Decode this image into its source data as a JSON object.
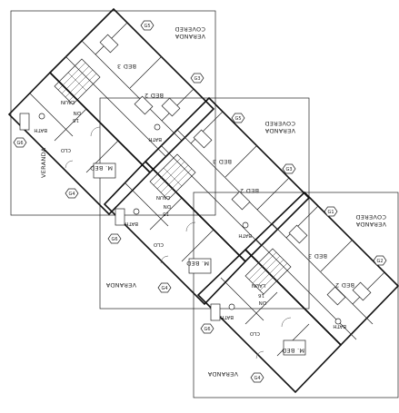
{
  "rooms": {
    "bed3": "BED 3",
    "bed2": "BED 2",
    "mbed": "M. BED",
    "bath": "BATH",
    "clo": "CLO",
    "laun": "LAUN",
    "dn": "DN",
    "steps": "16",
    "steps2": "15",
    "veranda": "VERANDA",
    "covered": "COVERED",
    "veranda2": "VERANDA"
  },
  "tags": {
    "g1": "G1",
    "g2": "G2",
    "g3": "G3",
    "g4": "G4",
    "g5": "G5",
    "g6": "G6"
  },
  "colors": {
    "line": "#111111",
    "paper": "#ffffff"
  }
}
